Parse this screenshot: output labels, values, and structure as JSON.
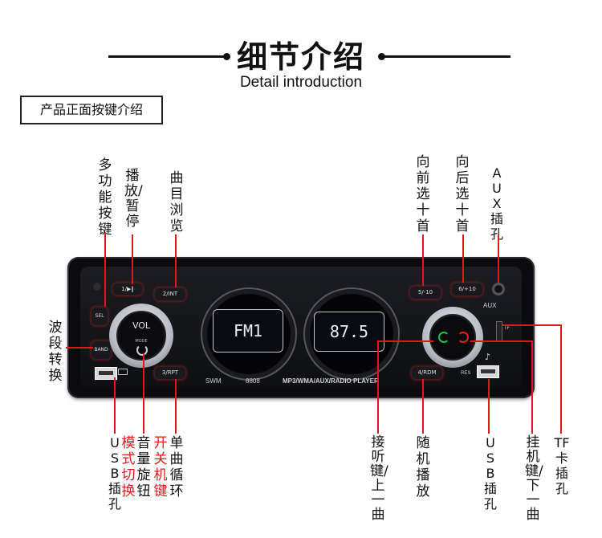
{
  "header": {
    "title": "细节介绍",
    "subtitle": "Detail introduction",
    "section_label": "产品正面按键介绍"
  },
  "labels": {
    "multi_func": "多功能按键",
    "play_pause": "播放/暂停",
    "album_browse": "曲目浏览",
    "prev_10": "向前选十首",
    "next_10": "向后选十首",
    "aux_port": "AUX插孔",
    "band_switch": "波段转换",
    "usb_port_left": "USB插孔",
    "volume_knob": "音量旋钮",
    "mode_switch": "模式切换",
    "power_key": "开关机键",
    "single_repeat": "单曲循环",
    "answer_prev": "接听键/上一曲",
    "random_play": "随机播放",
    "usb_port_right": "USB插孔",
    "hangup_next": "挂机键/下一曲",
    "tf_slot": "TF卡插孔"
  },
  "device": {
    "buttons": {
      "b1": "1/▶‖",
      "b2": "2/INT",
      "b3": "3/RPT",
      "b4": "4/RDM",
      "b5": "5/-10",
      "b6": "6/+10",
      "sel": "SEL",
      "band": "BAND"
    },
    "vol_label": "VOL",
    "mode_label": "MODE",
    "display_left": "FM1",
    "display_right": "87.5",
    "brand": "SWM",
    "model": "8808",
    "player_label": "MP3/WMA/AUX/RADIO PLAYER",
    "aux_label": "AUX",
    "res_label": "RES",
    "tf_label": "TF"
  }
}
